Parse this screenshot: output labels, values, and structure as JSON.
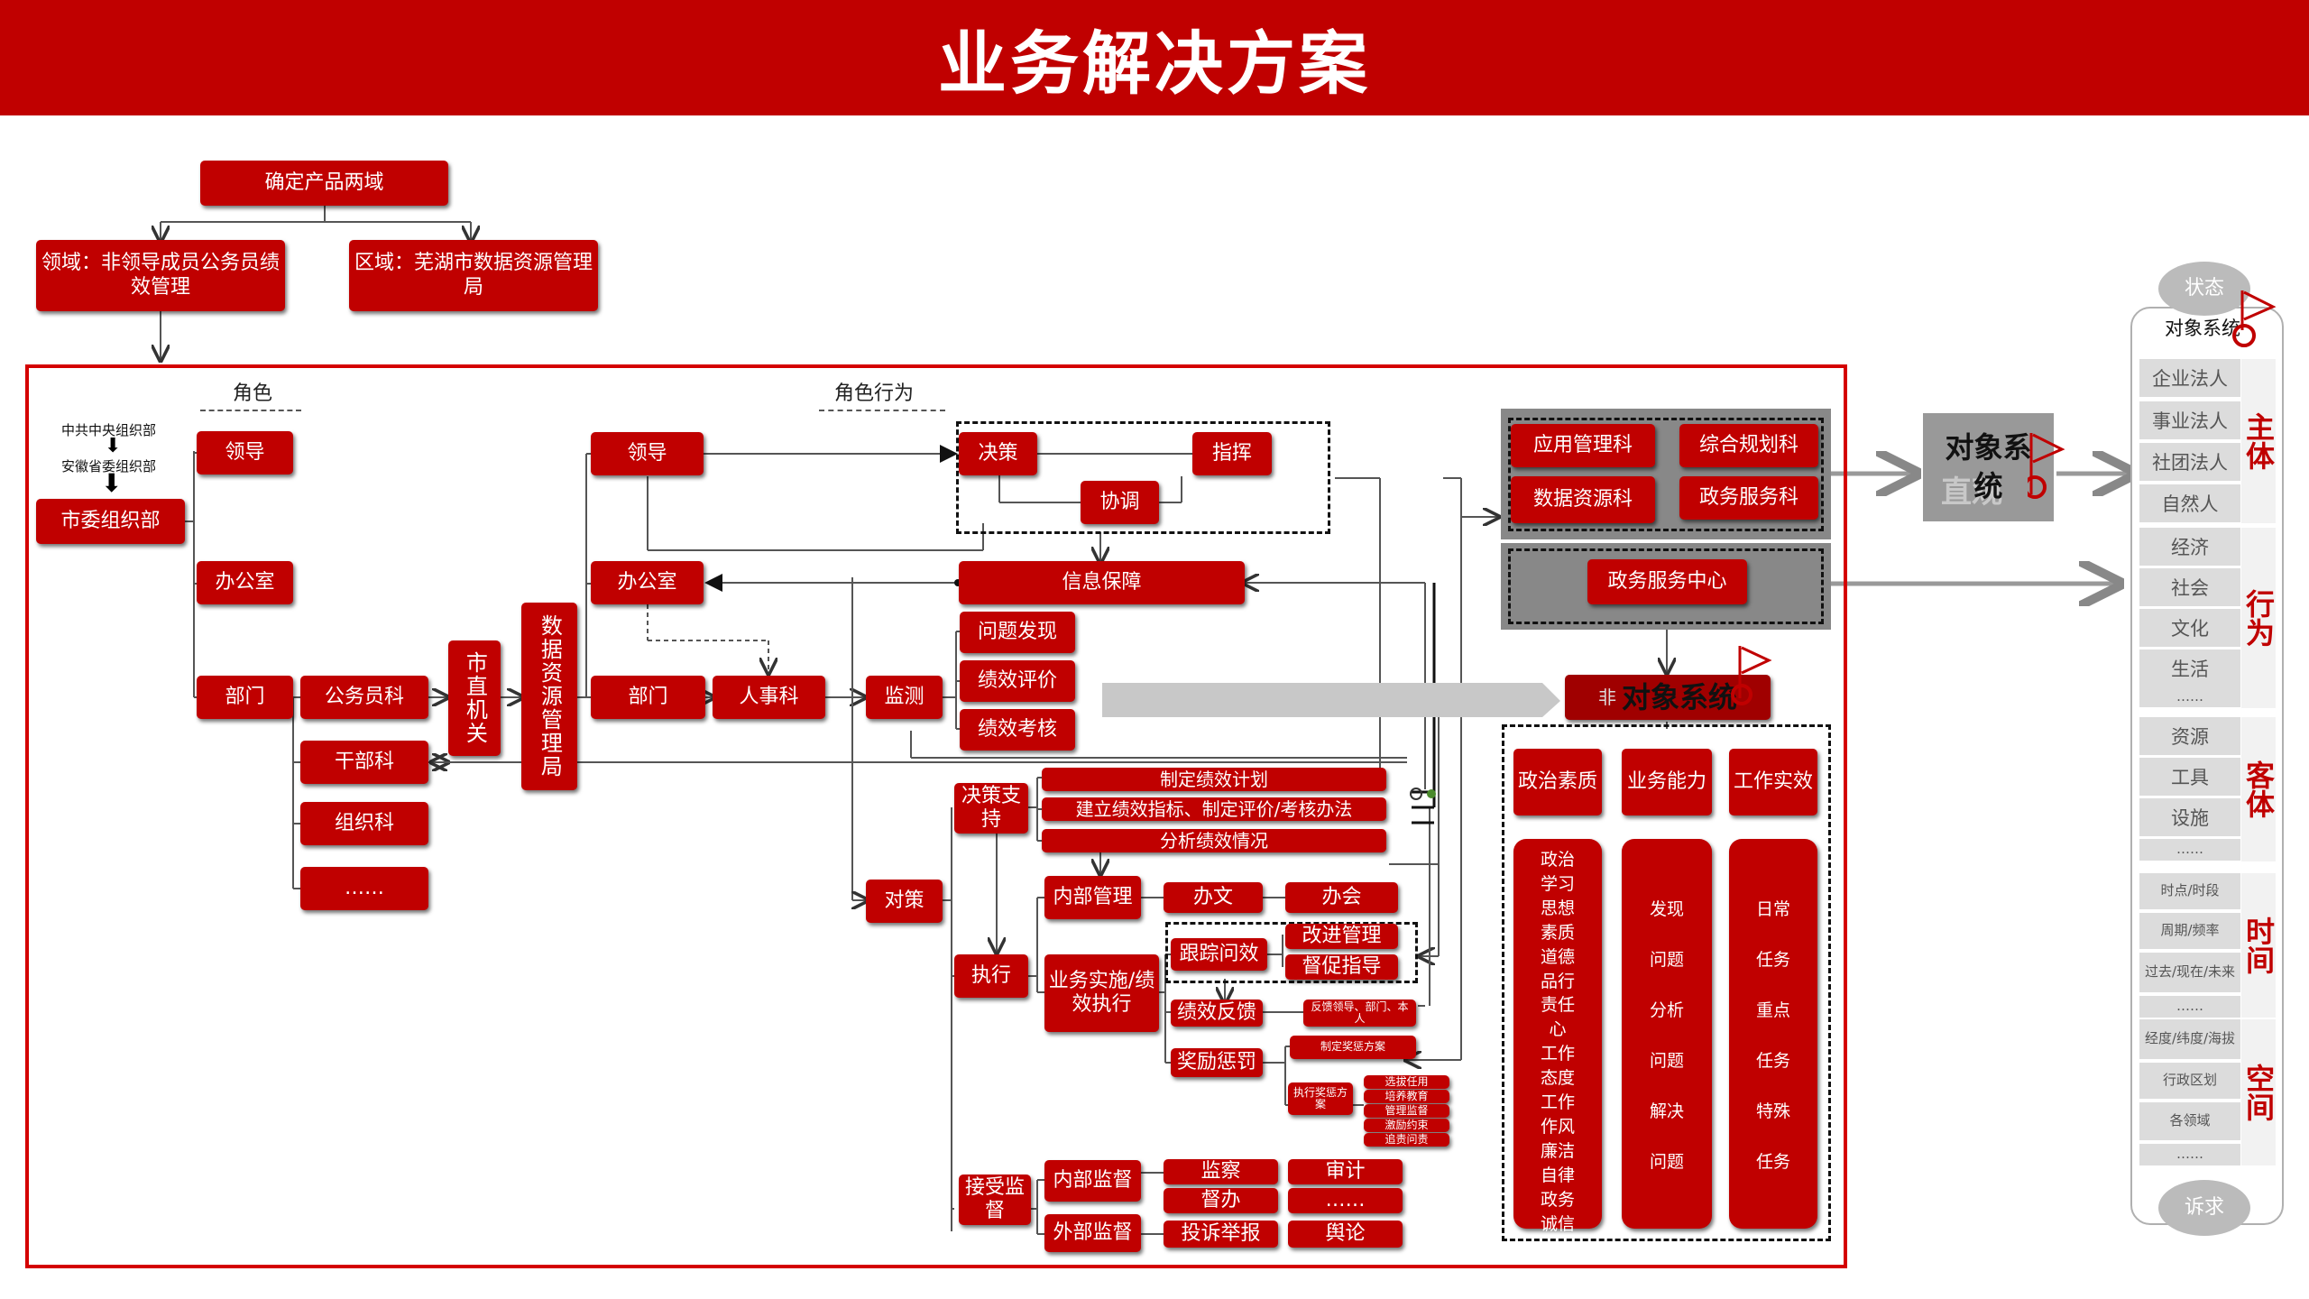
{
  "header": {
    "title": "业务解决方案"
  },
  "top": {
    "product": "确定产品两域",
    "domain_field": "领域：非领导成员公务员绩效管理",
    "domain_region": "区域：芜湖市数据资源管理局"
  },
  "labels": {
    "role": "角色",
    "role_behavior": "角色行为"
  },
  "org": {
    "central": "中共中央组织部",
    "province": "安徽省委组织部",
    "city": "市委组织部"
  },
  "roles": {
    "leader": "领导",
    "office": "办公室",
    "dept": "部门"
  },
  "dept_sub": {
    "civil": "公务员科",
    "cadre": "干部科",
    "org": "组织科",
    "more": "……"
  },
  "city_organs": "市直机关",
  "data_bureau": "数据资源管理局",
  "behavior": {
    "leader": "领导",
    "office": "办公室",
    "dept": "部门",
    "hr": "人事科",
    "decide": "决策",
    "command": "指挥",
    "coordinate": "协调",
    "info": "信息保障",
    "find_issue": "问题发现",
    "perf_eval": "绩效评价",
    "perf_check": "绩效考核",
    "monitor": "监测",
    "countermeasure": "对策",
    "decision_support": "决策支持",
    "plan": "制定绩效计划",
    "build_index": "建立绩效指标、制定评价/考核办法",
    "analyze": "分析绩效情况",
    "execute": "执行",
    "internal_mgmt": "内部管理",
    "documents": "办文",
    "meetings": "办会",
    "business_impl": "业务实施/绩效执行",
    "track": "跟踪问效",
    "improve": "改进管理",
    "supervise_guide": "督促指导",
    "feedback": "绩效反馈",
    "feedback_note": "反馈领导、部门、本人",
    "reward": "奖励惩罚",
    "reward_plan": "制定奖惩方案",
    "exec_plan": "执行奖惩方案",
    "reward_items": [
      "选拔任用",
      "培养教育",
      "管理监督",
      "激励约束",
      "追责问责"
    ],
    "accept_sup": "接受监督",
    "internal_sup": "内部监督",
    "external_sup": "外部监督",
    "inspect": "监察",
    "audit": "审计",
    "urge": "督办",
    "more": "……",
    "complaint": "投诉举报",
    "opinion": "舆论"
  },
  "depts": {
    "app_mgmt": "应用管理科",
    "plan_dept": "综合规划科",
    "data_dept": "数据资源科",
    "gov_service": "政务服务科",
    "service_center": "政务服务中心"
  },
  "object_system": {
    "gray_title": "对象系统",
    "main_title": "对象系统",
    "prefix": "非",
    "watermark": "直观"
  },
  "objects": {
    "politics": {
      "title": "政治素质",
      "body": "政治\n学习\n思想\n素质\n道德\n品行\n责任\n心\n工作\n态度\n工作\n作风\n廉洁\n自律\n政务\n诚信"
    },
    "ability": {
      "title": "业务能力",
      "body": "发现\n问题\n分析\n问题\n解决\n问题"
    },
    "work": {
      "title": "工作实效",
      "body": "日常\n任务\n重点\n任务\n特殊\n任务"
    }
  },
  "sidebar": {
    "state": "状态",
    "title": "对象系统",
    "groups": [
      {
        "cat": "主体",
        "items": [
          "企业法人",
          "事业法人",
          "社团法人",
          "自然人"
        ]
      },
      {
        "cat": "行为",
        "items": [
          "经济",
          "社会",
          "文化",
          "生活",
          "……"
        ]
      },
      {
        "cat": "客体",
        "items": [
          "资源",
          "工具",
          "设施",
          "……"
        ]
      },
      {
        "cat": "时间",
        "items": [
          "时点/时段",
          "周期/频率",
          "过去/现在/未来",
          "……"
        ]
      },
      {
        "cat": "空间",
        "items": [
          "经度/纬度/海拔",
          "行政区划",
          "各领域",
          "……"
        ]
      }
    ],
    "demand": "诉求"
  },
  "colors": {
    "brand": "#c00000",
    "frame": "#d40000",
    "panel_gray": "#888888"
  }
}
